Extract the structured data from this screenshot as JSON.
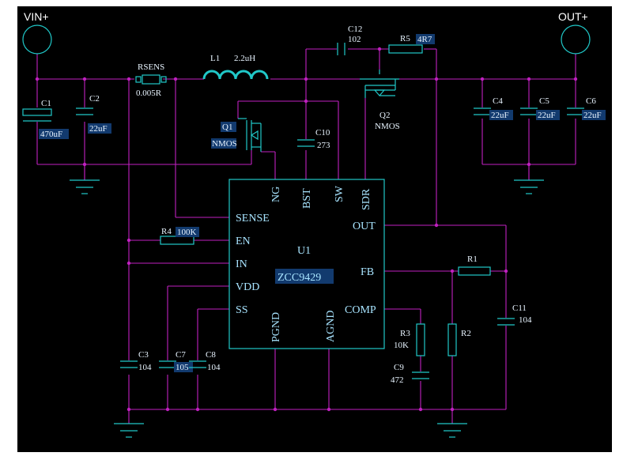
{
  "terminals": {
    "vin": "VIN+",
    "out": "OUT+"
  },
  "ic": {
    "ref": "U1",
    "part": "ZCC9429",
    "pins": {
      "ng": "NG",
      "bst": "BST",
      "sw": "SW",
      "sdr": "SDR",
      "sense": "SENSE",
      "en": "EN",
      "in": "IN",
      "vdd": "VDD",
      "ss": "SS",
      "out": "OUT",
      "fb": "FB",
      "comp": "COMP",
      "pgnd": "PGND",
      "agnd": "AGND"
    }
  },
  "components": {
    "c1": {
      "ref": "C1",
      "value": "470uF"
    },
    "c2": {
      "ref": "C2",
      "value": "22uF"
    },
    "rsens": {
      "ref": "RSENS",
      "value": "0.005R"
    },
    "l1": {
      "ref": "L1",
      "value": "2.2uH"
    },
    "c12": {
      "ref": "C12",
      "value": "102"
    },
    "r5": {
      "ref": "R5",
      "value": "4R7"
    },
    "q1": {
      "ref": "Q1",
      "value": "NMOS"
    },
    "q2": {
      "ref": "Q2",
      "value": "NMOS"
    },
    "c10": {
      "ref": "C10",
      "value": "273"
    },
    "c4": {
      "ref": "C4",
      "value": "22uF"
    },
    "c5": {
      "ref": "C5",
      "value": "22uF"
    },
    "c6": {
      "ref": "C6",
      "value": "22uF"
    },
    "r4": {
      "ref": "R4",
      "value": "100K"
    },
    "r1": {
      "ref": "R1",
      "value": ""
    },
    "r2": {
      "ref": "R2",
      "value": ""
    },
    "r3": {
      "ref": "R3",
      "value": "10K"
    },
    "c9": {
      "ref": "C9",
      "value": "472"
    },
    "c11": {
      "ref": "C11",
      "value": "104"
    },
    "c3": {
      "ref": "C3",
      "value": "104"
    },
    "c7": {
      "ref": "C7",
      "value": "105"
    },
    "c8": {
      "ref": "C8",
      "value": "104"
    }
  },
  "colors": {
    "background": "#000000",
    "wire": "#c020c0",
    "component": "#20c8c8",
    "label_highlight": "#123a6e"
  }
}
